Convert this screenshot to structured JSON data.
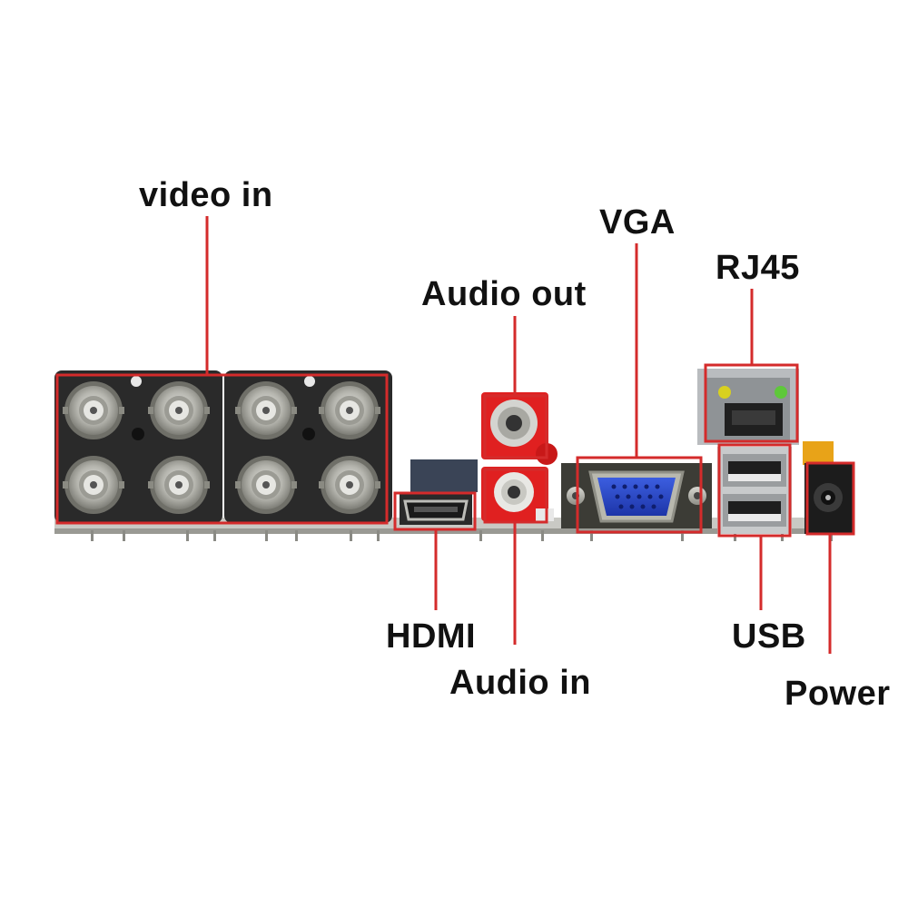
{
  "labels": {
    "video_in": "video in",
    "audio_out": "Audio out",
    "vga": "VGA",
    "rj45": "RJ45",
    "hdmi": "HDMI",
    "audio_in": "Audio in",
    "usb": "USB",
    "power": "Power"
  },
  "colors": {
    "highlight": "#d42b2b",
    "panel": "#2b2b2b",
    "bnc": "#a9a9a4",
    "rca_red": "#e02020",
    "vga_blue": "#2848c8",
    "power_orange": "#e8a318"
  }
}
